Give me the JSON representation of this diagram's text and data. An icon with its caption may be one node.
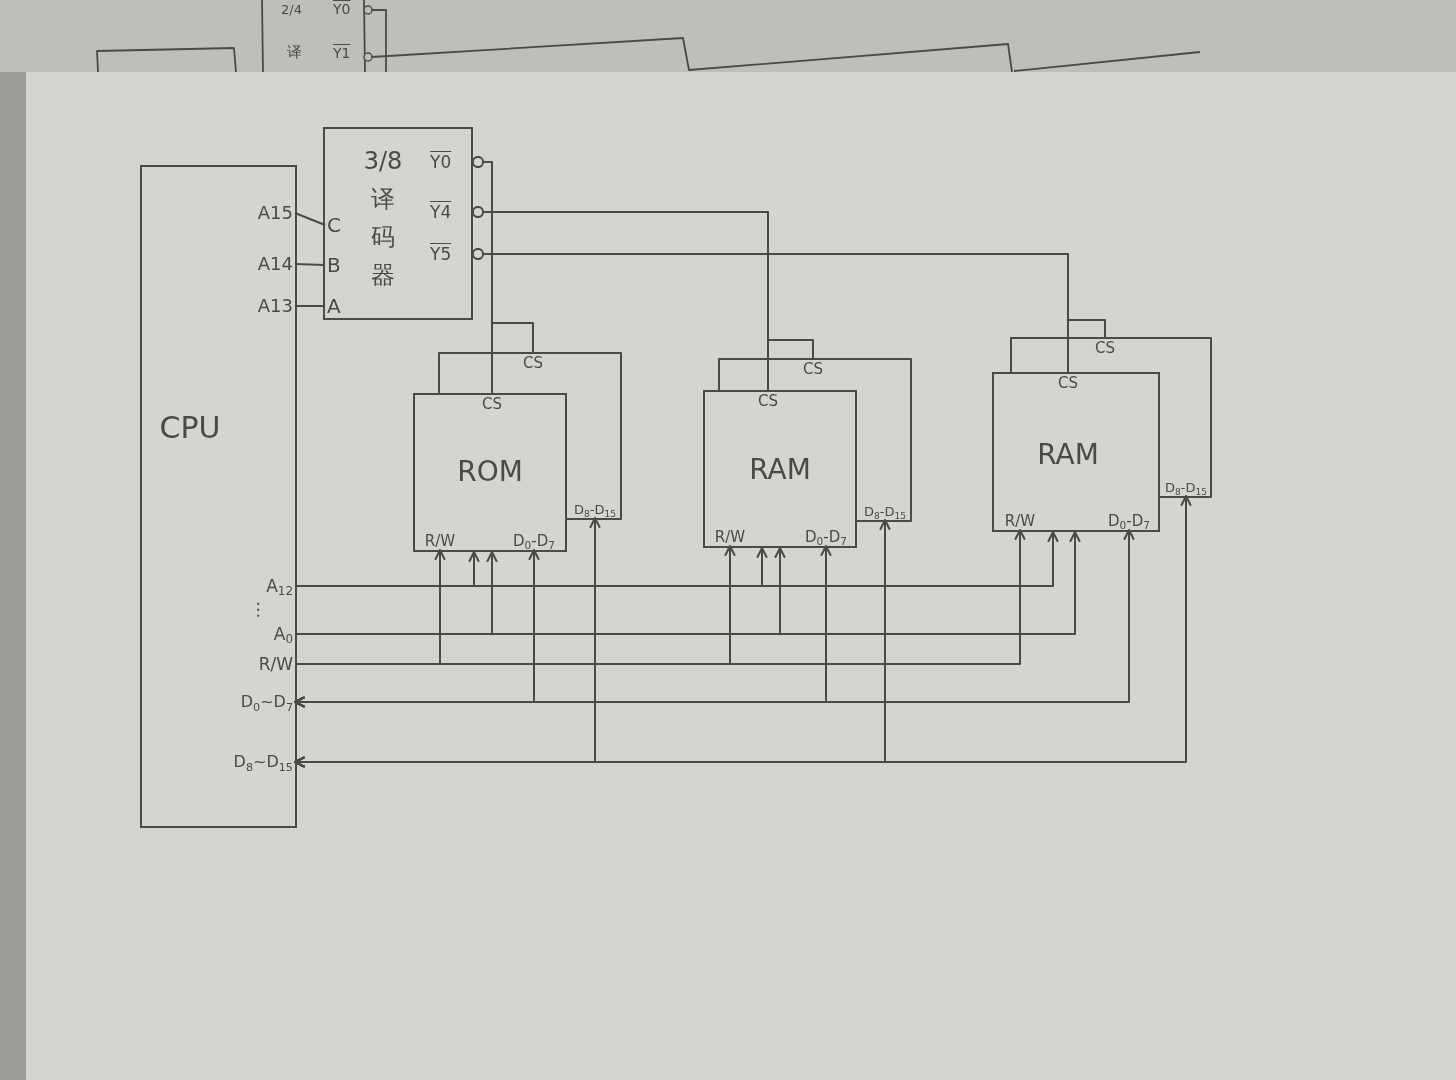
{
  "diagram": {
    "nodes": [
      {
        "text": [
          "CPU"
        ]
      },
      {
        "text": [
          "A15"
        ],
        "in": 0
      },
      {
        "text": [
          "A14"
        ],
        "in": 0
      },
      {
        "text": [
          "A13"
        ],
        "in": 0
      },
      {
        "text": [
          "A$_{12}$"
        ],
        "in": 0
      },
      {
        "text": [
          "A$_{0}$"
        ],
        "in": 0
      },
      {
        "text": [
          "R/W"
        ],
        "in": 0
      },
      {
        "text": [
          "D$_{0}$~D$_{7}$"
        ],
        "in": 0
      },
      {
        "text": [
          "D$_{8}$~D$_{15}$"
        ],
        "in": 0
      },
      {
        "text": [
          "3/8译码器"
        ]
      },
      {
        "text": [
          "C"
        ],
        "in": 9
      },
      {
        "text": [
          "B"
        ],
        "in": 9
      },
      {
        "text": [
          "A"
        ],
        "in": 9
      },
      {
        "text": [
          "Y0"
        ],
        "in": 9
      },
      {
        "text": [
          "Y4"
        ],
        "in": 9
      },
      {
        "text": [
          "Y5"
        ],
        "in": 9
      },
      {
        "text": [],
        "shape": "box"
      },
      {
        "text": [
          "CS"
        ],
        "in": 16
      },
      {
        "text": [
          "D$_{8}$-D$_{15}$"
        ],
        "in": 16
      },
      {
        "text": [
          "ROM"
        ]
      },
      {
        "text": [
          "CS"
        ]
      },
      {
        "text": [
          "R/W"
        ],
        "in": 19
      },
      {
        "text": [
          "D$_{0}$-D$_{7}$"
        ],
        "in": 19
      },
      {
        "text": [],
        "shape": "box"
      },
      {
        "text": [
          "CS"
        ],
        "in": 23
      },
      {
        "text": [
          "D$_{8}$-D$_{15}$"
        ],
        "in": 23
      },
      {
        "text": [
          "RAM"
        ]
      },
      {
        "text": [
          "CS"
        ]
      },
      {
        "text": [
          "R/W"
        ],
        "in": 26
      },
      {
        "text": [
          "D$_{0}$-D$_{7}$"
        ],
        "in": 26
      },
      {
        "text": [],
        "shape": "box"
      },
      {
        "text": [
          "CS"
        ],
        "in": 30
      },
      {
        "text": [
          "D$_{8}$-D$_{15}$"
        ],
        "in": 30
      },
      {
        "text": [
          "RAM"
        ]
      },
      {
        "text": [
          "CS"
        ]
      },
      {
        "text": [
          "R/W"
        ],
        "in": 33
      },
      {
        "text": [
          "D$_{0}$-D$_{7}$"
        ],
        "in": 33
      }
    ],
    "edges": [
      {
        "from": 1,
        "to": 10,
        "arrow": "none"
      },
      {
        "from": 2,
        "to": 11,
        "arrow": "none"
      },
      {
        "from": 3,
        "to": 12,
        "arrow": "none"
      },
      {
        "from": 13,
        "to": 20,
        "arrow": "other"
      },
      {
        "from": 13,
        "to": 17,
        "arrow": "other"
      },
      {
        "from": 14,
        "to": 27,
        "arrow": "other"
      },
      {
        "from": 14,
        "to": 24,
        "arrow": "other"
      },
      {
        "from": 15,
        "to": 34,
        "arrow": "other"
      },
      {
        "from": 15,
        "to": 31,
        "arrow": "other"
      },
      {
        "from": 4,
        "to": 19,
        "arrow": "to"
      },
      {
        "from": 4,
        "to": 26,
        "arrow": "to"
      },
      {
        "from": 4,
        "to": 33,
        "arrow": "to"
      },
      {
        "from": 5,
        "to": 19,
        "arrow": "to"
      },
      {
        "from": 5,
        "to": 26,
        "arrow": "to"
      },
      {
        "from": 5,
        "to": 33,
        "arrow": "to"
      },
      {
        "from": 6,
        "to": 21,
        "arrow": "to"
      },
      {
        "from": 6,
        "to": 28,
        "arrow": "to"
      },
      {
        "from": 6,
        "to": 35,
        "arrow": "to"
      },
      {
        "from": 7,
        "to": 22,
        "arrow": "both"
      },
      {
        "from": 7,
        "to": 29,
        "arrow": "both"
      },
      {
        "from": 7,
        "to": 36,
        "arrow": "both"
      },
      {
        "from": 8,
        "to": 18,
        "arrow": "both"
      },
      {
        "from": 8,
        "to": 25,
        "arrow": "both"
      },
      {
        "from": 8,
        "to": 32,
        "arrow": "both"
      }
    ],
    "labels": [
      "2/4",
      "Y0",
      "译",
      "Y1",
      "⋮"
    ]
  }
}
